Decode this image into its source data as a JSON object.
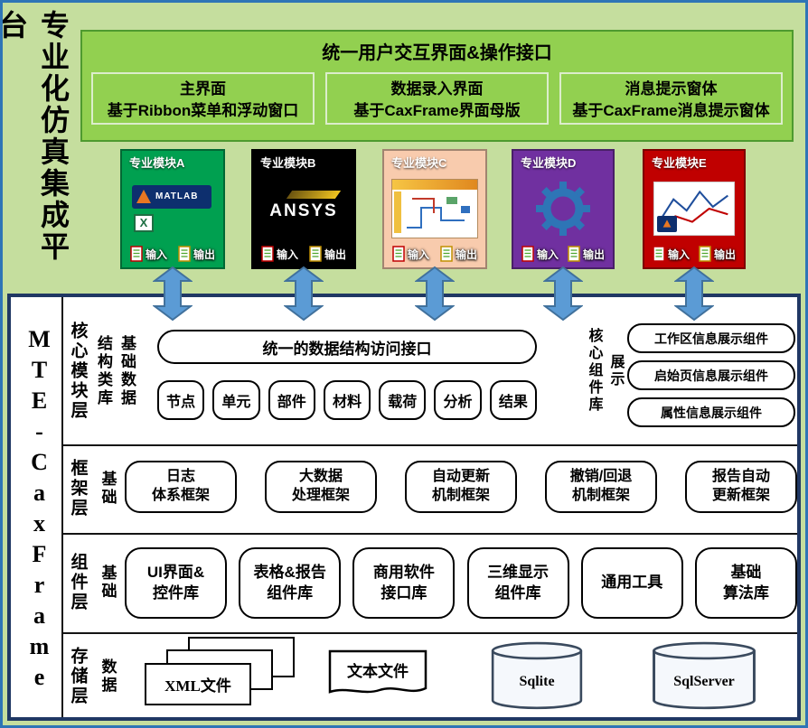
{
  "colors": {
    "top_background": "#c5de9e",
    "ui_box_green": "#92d050",
    "module_a_green": "#00a050",
    "module_b_black": "#000000",
    "module_c_peach": "#f8cbad",
    "module_d_purple": "#7030a0",
    "module_e_red": "#c00000",
    "arrow_blue": "#5b9bd5",
    "panel_border_navy": "#203864",
    "outer_border_blue": "#2e75b6"
  },
  "platform": {
    "title": "专业化仿真集成平台",
    "framework": "MTE-CaxFrame"
  },
  "ui_layer": {
    "title": "统一用户交互界面&操作接口",
    "panels": [
      {
        "line1": "主界面",
        "line2": "基于Ribbon菜单和浮动窗口"
      },
      {
        "line1": "数据录入界面",
        "line2": "基于CaxFrame界面母版"
      },
      {
        "line1": "消息提示窗体",
        "line2": "基于CaxFrame消息提示窗体"
      }
    ]
  },
  "modules": {
    "matlab_text": "MATLAB",
    "excel_text": "X",
    "ansys_text": "ANSYS",
    "items": [
      {
        "label": "专业模块A",
        "logo": "matlab-excel-logo",
        "input": "输入",
        "output": "输出"
      },
      {
        "label": "专业模块B",
        "logo": "ansys-logo",
        "input": "输入",
        "output": "输出"
      },
      {
        "label": "专业模块C",
        "logo": "workbench-screenshot",
        "input": "输入",
        "output": "输出"
      },
      {
        "label": "专业模块D",
        "logo": "gear-icon",
        "input": "输入",
        "output": "输出"
      },
      {
        "label": "专业模块E",
        "logo": "charts-screenshot",
        "input": "输入",
        "output": "输出"
      }
    ]
  },
  "core_layer": {
    "name": "核心模块层",
    "data_group": {
      "col_label_1": "结构类库",
      "col_label_2": "基础数据",
      "interface": "统一的数据结构访问接口",
      "items": [
        "节点",
        "单元",
        "部件",
        "材料",
        "载荷",
        "分析",
        "结果"
      ]
    },
    "display_group": {
      "name": "核心组件库",
      "sub": "展示",
      "items": [
        "工作区信息展示组件",
        "启始页信息展示组件",
        "属性信息展示组件"
      ]
    }
  },
  "framework_layer": {
    "name": "框架层",
    "sub": "基础",
    "items": [
      {
        "line1": "日志",
        "line2": "体系框架"
      },
      {
        "line1": "大数据",
        "line2": "处理框架"
      },
      {
        "line1": "自动更新",
        "line2": "机制框架"
      },
      {
        "line1": "撤销/回退",
        "line2": "机制框架"
      },
      {
        "line1": "报告自动",
        "line2": "更新框架"
      }
    ]
  },
  "component_layer": {
    "name": "组件层",
    "sub": "基础",
    "items": [
      {
        "line1": "UI界面&",
        "line2": "控件库"
      },
      {
        "line1": "表格&报告",
        "line2": "组件库"
      },
      {
        "line1": "商用软件",
        "line2": "接口库"
      },
      {
        "line1": "三维显示",
        "line2": "组件库"
      },
      {
        "line1": "通用工具",
        "line2": ""
      },
      {
        "line1": "基础",
        "line2": "算法库"
      }
    ]
  },
  "storage_layer": {
    "name": "存储层",
    "sub": "数据",
    "items": [
      "XML文件",
      "文本文件",
      "Sqlite",
      "SqlServer"
    ]
  }
}
